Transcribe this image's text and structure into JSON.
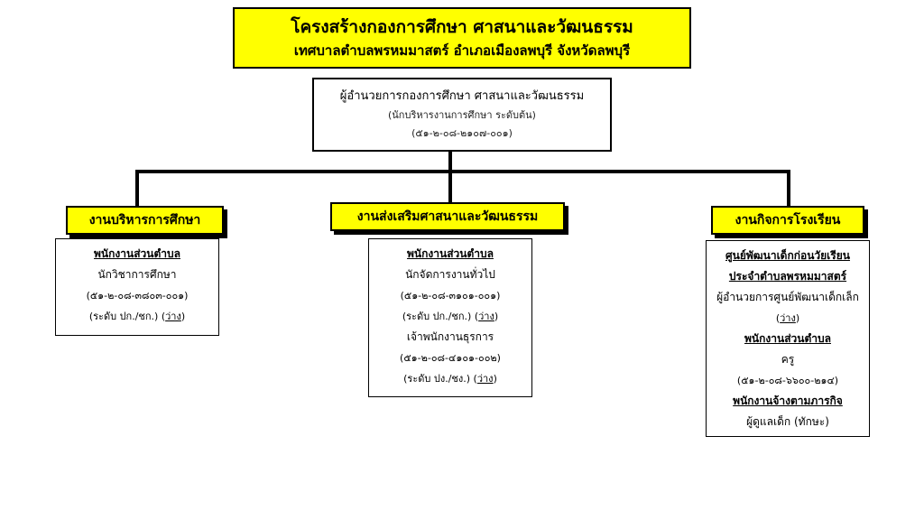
{
  "title": {
    "line1": "โครงสร้างกองการศึกษา ศาสนาและวัฒนธรรม",
    "line2": "เทศบาลตำบลพรหมมาสตร์ อำเภอเมืองลพบุรี จังหวัดลพบุรี"
  },
  "director": {
    "title": "ผู้อำนวยการกองการศึกษา ศาสนาและวัฒนธรรม",
    "position": "(นักบริหารงานการศึกษา ระดับต้น)",
    "code": "(๕๑-๒-๐๘-๒๑๐๗-๐๐๑)"
  },
  "units": [
    {
      "name": "งานบริหารการศึกษา",
      "staff": {
        "header": "พนักงานส่วนตำบล",
        "position": "นักวิชาการศึกษา",
        "code": "(๕๑-๒-๐๘-๓๘๐๓-๐๐๑)",
        "level_prefix": "(ระดับ ปก./ชก.) (",
        "vacant": "ว่าง",
        "level_suffix": ")"
      }
    },
    {
      "name": "งานส่งเสริมศาสนาและวัฒนธรรม",
      "staff": {
        "header": "พนักงานส่วนตำบล",
        "position1": "นักจัดการงานทั่วไป",
        "code1": "(๕๑-๒-๐๘-๓๑๐๑-๐๐๑)",
        "level1_prefix": "(ระดับ ปก./ชก.) (",
        "vacant1": "ว่าง",
        "level1_suffix": ")",
        "position2": "เจ้าพนักงานธุรการ",
        "code2": "(๕๑-๒-๐๘-๔๑๐๑-๐๐๒)",
        "level2_prefix": "(ระดับ ปง./ชง.) (",
        "vacant2": "ว่าง",
        "level2_suffix": ")"
      }
    },
    {
      "name": "งานกิจการโรงเรียน",
      "staff": {
        "center_line1": "ศูนย์พัฒนาเด็กก่อนวัยเรียน",
        "center_line2": "ประจำตำบลพรหมมาสตร์",
        "center_director": "ผู้อำนวยการศูนย์พัฒนาเด็กเล็ก",
        "vacant_prefix": "(",
        "vacant": "ว่าง",
        "vacant_suffix": ")",
        "header2": "พนักงานส่วนตำบล",
        "position2": "ครู",
        "code2": "(๕๑-๒-๐๘-๖๖๐๐-๒๑๔)",
        "header3": "พนักงานจ้างตามภารกิจ",
        "position3": "ผู้ดูแลเด็ก (ทักษะ)"
      }
    }
  ]
}
